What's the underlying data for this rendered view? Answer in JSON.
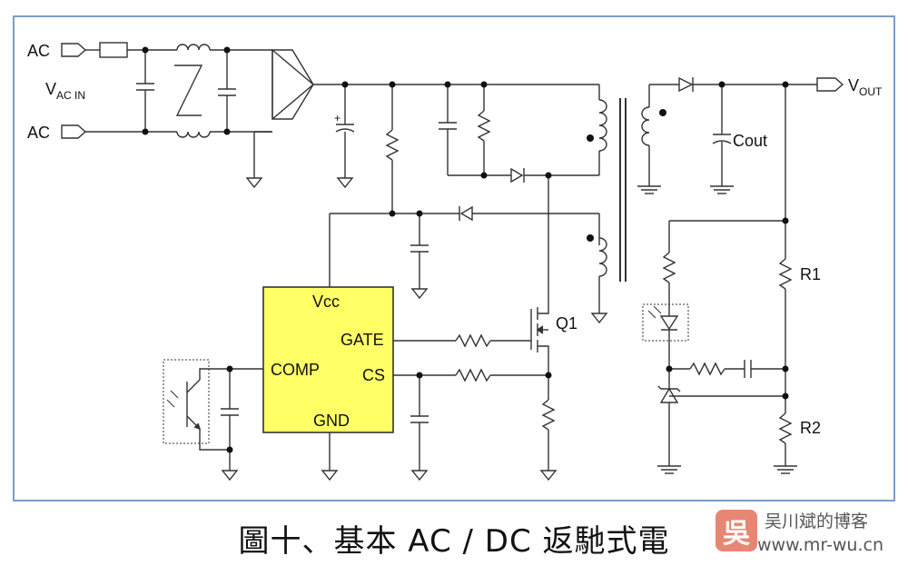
{
  "diagram": {
    "labels": {
      "ac_top": "AC",
      "ac_bottom": "AC",
      "vac_main": "V",
      "vac_sub": "AC IN",
      "vout_main": "V",
      "vout_sub": "OUT",
      "cout": "Cout",
      "r1": "R1",
      "r2": "R2",
      "q1": "Q1",
      "vcc": "Vcc",
      "gate": "GATE",
      "comp": "COMP",
      "cs": "CS",
      "gnd": "GND",
      "plus": "+"
    },
    "colors": {
      "frame": "#7f9bc9",
      "wire": "#333333",
      "ic_fill": "#ffff66",
      "dot": "#000000"
    }
  },
  "caption": "圖十、基本 AC / DC 返馳式電",
  "watermark": {
    "logo_icon": "吴-logo-icon",
    "name": "吴川斌的博客",
    "url": "www.mr-wu.cn"
  }
}
